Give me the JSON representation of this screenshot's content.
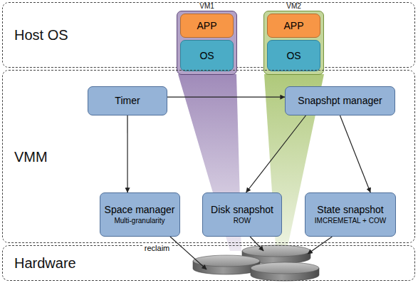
{
  "diagram": {
    "nodes": [
      {
        "text": [
          "Host OS"
        ]
      },
      {
        "text": [
          "VM1"
        ],
        "in": 0
      },
      {
        "text": [
          "APP"
        ],
        "in": 1
      },
      {
        "text": [
          "OS"
        ],
        "in": 1
      },
      {
        "text": [
          "VM2"
        ],
        "in": 0
      },
      {
        "text": [
          "APP"
        ],
        "in": 4
      },
      {
        "text": [
          "OS"
        ],
        "in": 4
      },
      {
        "text": [
          "VMM"
        ]
      },
      {
        "text": [
          "Timer"
        ],
        "in": 7
      },
      {
        "text": [
          "Snapshpt manager"
        ],
        "in": 7
      },
      {
        "text": [
          "Space manager",
          "Multi-granularity"
        ],
        "in": 7
      },
      {
        "text": [
          "Disk snapshot",
          "ROW"
        ],
        "in": 7
      },
      {
        "text": [
          "State snapshot",
          "IMCREMETAL + COW"
        ],
        "in": 7
      },
      {
        "text": [
          "Hardware"
        ]
      }
    ],
    "edges": [
      {
        "from": 8,
        "to": 9,
        "arrow": "to"
      },
      {
        "from": 8,
        "to": 10,
        "arrow": "to"
      },
      {
        "from": 9,
        "to": 11,
        "arrow": "to"
      },
      {
        "from": 9,
        "to": 12,
        "arrow": "to"
      },
      {
        "from": 10,
        "to": 13,
        "label": "reclaim",
        "arrow": "to"
      },
      {
        "from": 11,
        "to": 13,
        "arrow": "to"
      },
      {
        "from": 12,
        "to": 13,
        "arrow": "to"
      }
    ]
  }
}
